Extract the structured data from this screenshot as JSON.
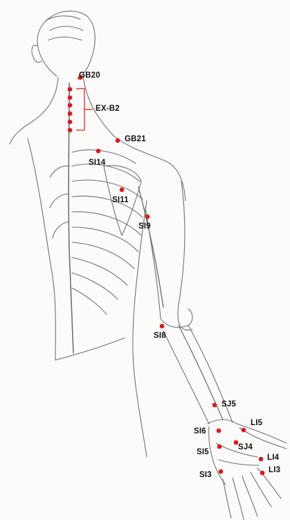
{
  "diagram": {
    "point_color": "#e3161b",
    "line_color": "#6f6f6f",
    "labels": {
      "gb20": "GB20",
      "exb2": "EX-B2",
      "gb21": "GB21",
      "si14": "SI14",
      "si11": "SI11",
      "si9": "SI9",
      "si8": "SI8",
      "sj5": "SJ5",
      "li5": "LI5",
      "si6": "SI6",
      "sj4": "SJ4",
      "si5": "SI5",
      "li4": "LI4",
      "si3": "SI3",
      "li3": "LI3"
    }
  }
}
